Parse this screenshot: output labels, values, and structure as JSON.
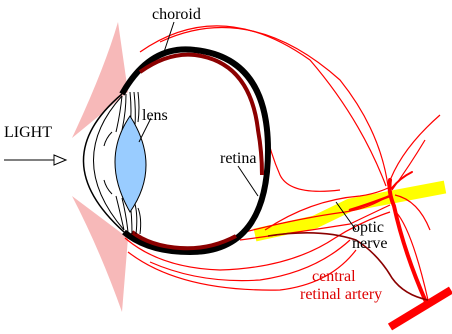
{
  "labels": {
    "choroid": "choroid",
    "lens": "lens",
    "light": "LIGHT",
    "retina": "retina",
    "optic_line1": "optic",
    "optic_line2": "nerve",
    "artery_line1": "central",
    "artery_line2": "retinal artery"
  },
  "colors": {
    "label_text": "#000000",
    "artery_text": "#dd0000",
    "choroid_outline": "#000000",
    "retina_layer": "#8b0000",
    "vessel": "#ff0000",
    "optic_nerve": "#ffff00",
    "lens_fill": "#99ccff",
    "eyelid_fill": "#f7b9b9"
  }
}
